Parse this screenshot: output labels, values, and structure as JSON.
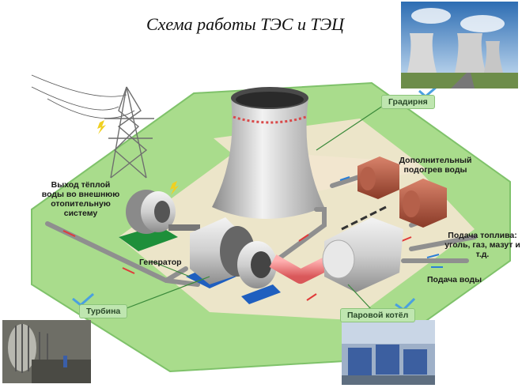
{
  "title": "Схема работы ТЭС и ТЭЦ",
  "labels": {
    "heat_output": "Выход тёплой воды во внешнюю отопительную систему",
    "generator": "Генератор",
    "turbine": "Турбина",
    "cooling_tower": "Градирня",
    "extra_heating": "Дополнительный подогрев воды",
    "fuel_supply": "Подача топлива: уголь, газ, мазут и т.д.",
    "water_supply": "Подача воды",
    "boiler": "Паровой котёл"
  },
  "colors": {
    "ground": "#a9dc8c",
    "ground_edge": "#7fc26a",
    "platform": "#f3e6cf",
    "tag_bg": "#bfe6b0",
    "accent_red": "#e03a3a",
    "accent_blue": "#2b7fd6"
  }
}
